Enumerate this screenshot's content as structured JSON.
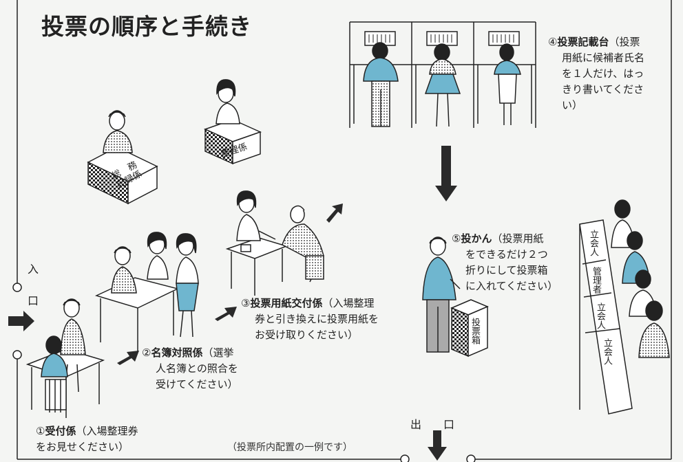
{
  "title": "投票の順序と手続き",
  "entrance": {
    "char1": "入",
    "char2": "口"
  },
  "exit": {
    "char1": "出",
    "char2": "口"
  },
  "desks": {
    "soumu": "総　務\n記録係",
    "seiri": "整理係"
  },
  "ballot_box_label": "投票箱",
  "witness_labels": [
    "立会人",
    "管理者",
    "立会人",
    "立会人"
  ],
  "steps": [
    {
      "num": "①",
      "head": "受付係",
      "lines": [
        "（入場整理券",
        "をお見せください）"
      ]
    },
    {
      "num": "②",
      "head": "名簿対照係",
      "lines": [
        "（選挙",
        "人名簿との照合を",
        "受けてください）"
      ]
    },
    {
      "num": "③",
      "head": "投票用紙交付係",
      "lines": [
        "（入場整理",
        "券と引き換えに投票用紙を",
        "お受け取りください）"
      ]
    },
    {
      "num": "④",
      "head": "投票記載台",
      "lines": [
        "（投票",
        "用紙に候補者氏名",
        "を１人だけ、はっ",
        "きり書いてくださ",
        "い）"
      ]
    },
    {
      "num": "⑤",
      "head": "投かん",
      "lines": [
        "（投票用紙",
        "をできるだけ２つ",
        "折りにして投票箱",
        "に入れてください）"
      ]
    }
  ],
  "footnote": "（投票所内配置の一例です）",
  "colors": {
    "accent": "#6fb6cf",
    "ink": "#1c1c1c",
    "paper": "#f4f5f3",
    "arrow": "#2a2a2a"
  }
}
